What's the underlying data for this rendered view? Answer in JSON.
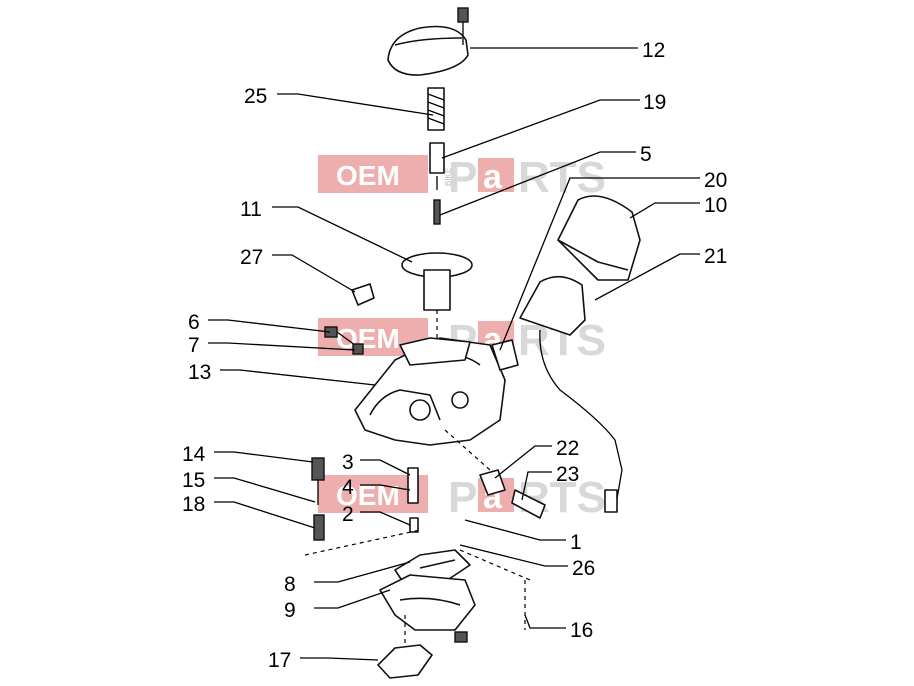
{
  "watermark": {
    "brand_left": "OEM",
    "brand_right_a": "P",
    "brand_right_b": "a",
    "brand_right_c": "RTS",
    "side_text": "BIKE"
  },
  "callouts": [
    {
      "id": "12",
      "label": "12"
    },
    {
      "id": "25",
      "label": "25"
    },
    {
      "id": "19",
      "label": "19"
    },
    {
      "id": "5",
      "label": "5"
    },
    {
      "id": "20",
      "label": "20"
    },
    {
      "id": "10",
      "label": "10"
    },
    {
      "id": "11",
      "label": "11"
    },
    {
      "id": "21",
      "label": "21"
    },
    {
      "id": "27",
      "label": "27"
    },
    {
      "id": "6",
      "label": "6"
    },
    {
      "id": "7",
      "label": "7"
    },
    {
      "id": "13",
      "label": "13"
    },
    {
      "id": "14",
      "label": "14"
    },
    {
      "id": "3",
      "label": "3"
    },
    {
      "id": "22",
      "label": "22"
    },
    {
      "id": "15",
      "label": "15"
    },
    {
      "id": "4",
      "label": "4"
    },
    {
      "id": "23",
      "label": "23"
    },
    {
      "id": "18",
      "label": "18"
    },
    {
      "id": "2",
      "label": "2"
    },
    {
      "id": "1",
      "label": "1"
    },
    {
      "id": "26",
      "label": "26"
    },
    {
      "id": "8",
      "label": "8"
    },
    {
      "id": "9",
      "label": "9"
    },
    {
      "id": "16",
      "label": "16"
    },
    {
      "id": "17",
      "label": "17"
    }
  ]
}
